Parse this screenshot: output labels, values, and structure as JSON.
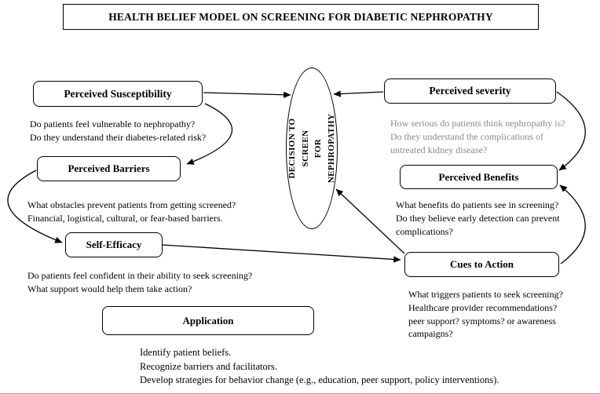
{
  "title": "HEALTH BELIEF MODEL ON SCREENING FOR DIABETIC NEPHROPATHY",
  "center": {
    "label": "DECISION TO SCREEN\nFOR NEPHROPATHY"
  },
  "nodes": {
    "susceptibility": {
      "label": "Perceived Susceptibility",
      "note": "Do patients feel vulnerable to nephropathy?\nDo they understand their diabetes-related risk?"
    },
    "severity": {
      "label": "Perceived severity",
      "note": "How serious do patients think nephropathy is?\nDo they understand the complications of\nuntreated kidney disease?"
    },
    "barriers": {
      "label": "Perceived Barriers",
      "note": "What obstacles prevent patients from getting screened?\nFinancial, logistical, cultural, or fear-based barriers."
    },
    "benefits": {
      "label": "Perceived Benefits",
      "note": "What benefits do patients see in screening?\nDo they believe early detection can prevent\ncomplications?"
    },
    "self_efficacy": {
      "label": "Self-Efficacy",
      "note": "Do patients feel confident in their ability to seek screening?\nWhat support would help them take action?"
    },
    "cues": {
      "label": "Cues to Action",
      "note": "What triggers patients to seek screening?\nHealthcare provider recommendations?\npeer support? symptoms? or awareness\ncampaigns?"
    },
    "application": {
      "label": "Application",
      "note": "Identify patient beliefs.\nRecognize barriers and facilitators.\nDevelop strategies for behavior change (e.g., education, peer support, policy interventions)."
    }
  },
  "colors": {
    "severity_note": "#8a8a8a",
    "text": "#000000",
    "border": "#000000"
  }
}
